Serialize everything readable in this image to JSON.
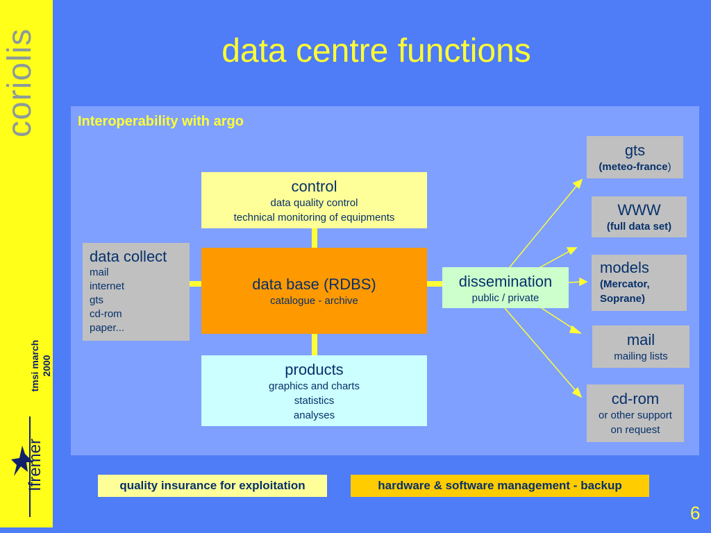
{
  "sidebar": {
    "brand": "coriolis",
    "meeting_line1": "tmsi march",
    "meeting_line2": "2000",
    "logo_text": "Ifremer"
  },
  "title": "data centre functions",
  "panel_title": "Interoperability with argo",
  "control": {
    "heading": "control",
    "line1": "data quality control",
    "line2": "technical monitoring of equipments"
  },
  "database": {
    "heading": "data base (RDBS)",
    "line1": "catalogue - archive"
  },
  "products": {
    "heading": "products",
    "line1": "graphics and charts",
    "line2": "statistics",
    "line3": "analyses"
  },
  "data_collect": {
    "heading": "data collect",
    "items": [
      "mail",
      "internet",
      "gts",
      "cd-rom",
      "paper..."
    ]
  },
  "dissemination": {
    "heading": "dissemination",
    "line1": "public / private"
  },
  "targets": {
    "gts": {
      "heading": "gts",
      "sub_open": "(meteo-france",
      "sub_close": ")"
    },
    "www": {
      "heading": "WWW",
      "sub": "(full data set)"
    },
    "models": {
      "heading": "models",
      "sub1": "(Mercator,",
      "sub2": "Soprane)"
    },
    "mail": {
      "heading": "mail",
      "sub": "mailing lists"
    },
    "cdrom": {
      "heading": "cd-rom",
      "sub1": "or other support",
      "sub2": "on request"
    }
  },
  "footer": {
    "quality": "quality insurance for exploitation",
    "hardware": "hardware & software management - backup"
  },
  "page_number": "6",
  "colors": {
    "background": "#4f7cf7",
    "sidebar": "#ffff1a",
    "panel": "#7fa0ff",
    "title": "#ffff33",
    "control_box": "#ffff99",
    "database_box": "#ff9900",
    "products_box": "#ccffff",
    "dissemination_box": "#ccffcc",
    "grey_box": "#c0c0c0",
    "connector": "#ffff33"
  }
}
